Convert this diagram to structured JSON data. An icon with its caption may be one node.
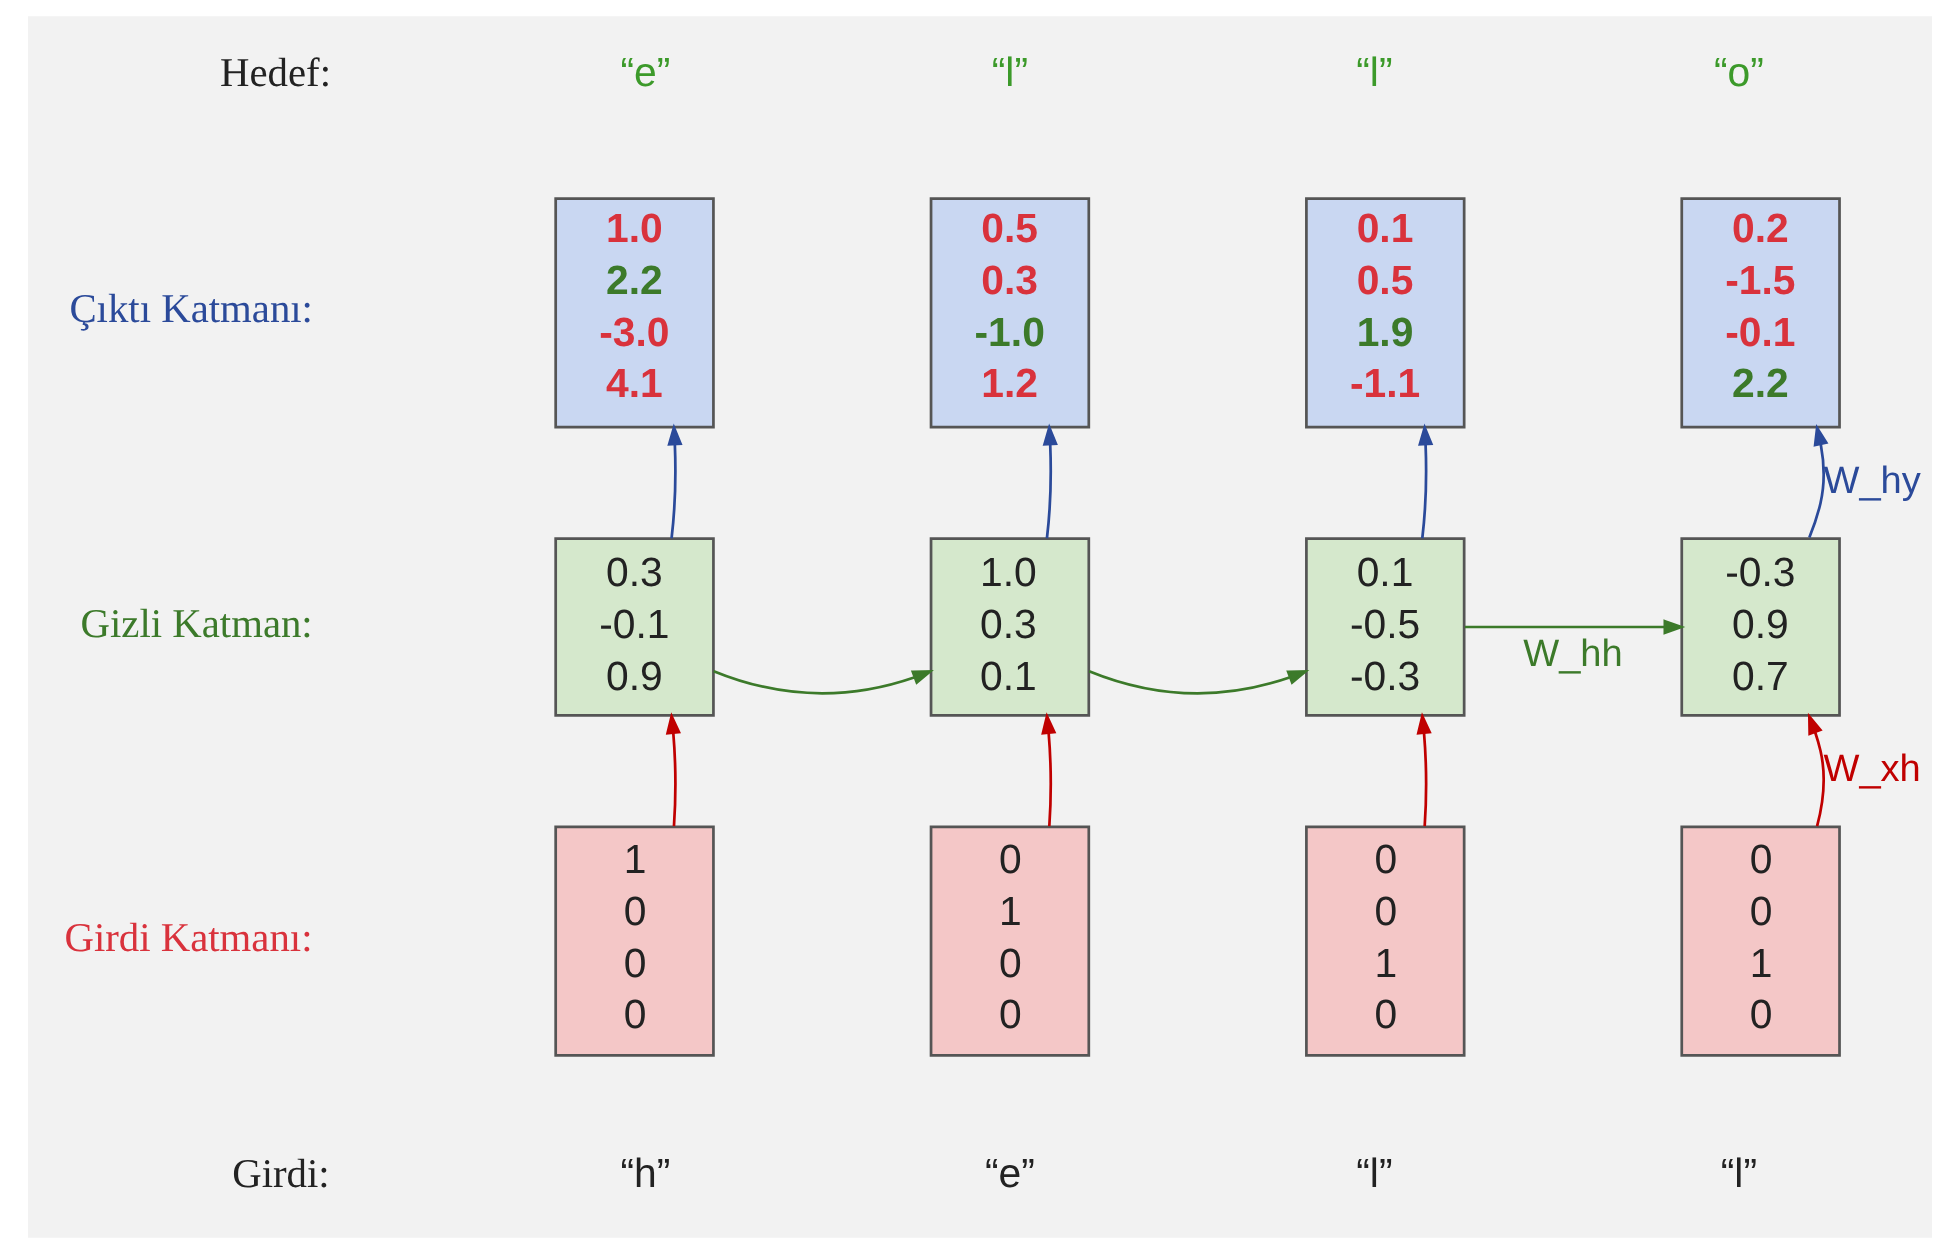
{
  "diagram": {
    "nodes": [
      {
        "text": [
          "1.0",
          "2.2",
          "-3.0",
          "4.1"
        ],
        "beside": [
          "“e”"
        ]
      },
      {
        "text": [
          "0.5",
          "0.3",
          "-1.0",
          "1.2"
        ],
        "beside": [
          "“l”"
        ]
      },
      {
        "text": [
          "0.1",
          "0.5",
          "1.9",
          "-1.1"
        ],
        "beside": [
          "“l”"
        ]
      },
      {
        "text": [
          "0.2",
          "-1.5",
          "-0.1",
          "2.2"
        ],
        "beside": [
          "“o”"
        ]
      },
      {
        "text": [
          "0.3",
          "-0.1",
          "0.9"
        ]
      },
      {
        "text": [
          "1.0",
          "0.3",
          "0.1"
        ]
      },
      {
        "text": [
          "0.1",
          "-0.5",
          "-0.3"
        ]
      },
      {
        "text": [
          "-0.3",
          "0.9",
          "0.7"
        ]
      },
      {
        "text": [
          "1",
          "0",
          "0",
          "0"
        ],
        "beside": [
          "“h”"
        ]
      },
      {
        "text": [
          "0",
          "1",
          "0",
          "0"
        ],
        "beside": [
          "“e”"
        ]
      },
      {
        "text": [
          "0",
          "0",
          "1",
          "0"
        ],
        "beside": [
          "“l”"
        ]
      },
      {
        "text": [
          "0",
          "0",
          "1",
          "0"
        ],
        "beside": [
          "“l”"
        ]
      }
    ],
    "edges": [
      {
        "from": 8,
        "to": 4,
        "arrow": "to",
        "color": "#c00000"
      },
      {
        "from": 9,
        "to": 5,
        "arrow": "to",
        "color": "#c00000"
      },
      {
        "from": 10,
        "to": 6,
        "arrow": "to",
        "color": "#c00000"
      },
      {
        "from": 11,
        "to": 7,
        "arrow": "to",
        "color": "#c00000",
        "label": "W_xh"
      },
      {
        "from": 4,
        "to": 5,
        "arrow": "to",
        "color": "#3c7a2a"
      },
      {
        "from": 5,
        "to": 6,
        "arrow": "to",
        "color": "#3c7a2a"
      },
      {
        "from": 6,
        "to": 7,
        "arrow": "to",
        "color": "#3c7a2a",
        "label": "W_hh"
      },
      {
        "from": 4,
        "to": 0,
        "arrow": "to",
        "color": "#2b4a9a"
      },
      {
        "from": 5,
        "to": 1,
        "arrow": "to",
        "color": "#2b4a9a"
      },
      {
        "from": 6,
        "to": 2,
        "arrow": "to",
        "color": "#2b4a9a"
      },
      {
        "from": 7,
        "to": 3,
        "arrow": "to",
        "color": "#2b4a9a",
        "label": "W_hy"
      }
    ],
    "labels": [
      "Hedef:",
      "Çıktı Katmanı:",
      "Gizli Katman:",
      "Girdi Katmanı:",
      "Girdi:"
    ]
  }
}
